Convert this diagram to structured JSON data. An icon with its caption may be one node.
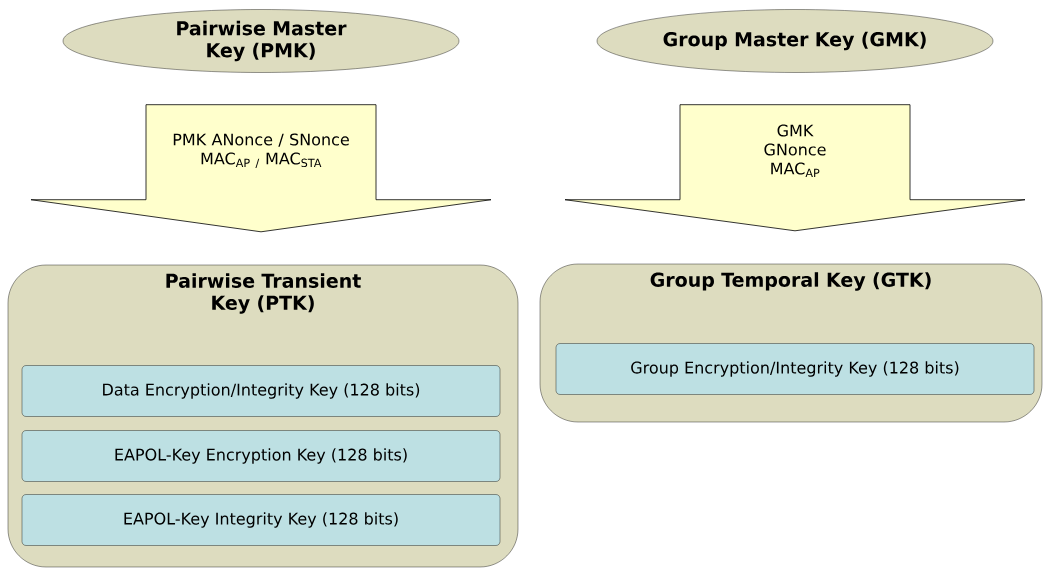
{
  "diagram": {
    "nodes": [
      {
        "text": [
          "Pairwise Master Key (PMK)"
        ]
      },
      {
        "text": [
          "Group Master Key (GMK)"
        ]
      },
      {
        "text": [
          "Pairwise Transient Key (PTK)"
        ]
      },
      {
        "text": [
          "Data Encryption/Integrity Key (128 bits)"
        ],
        "in": 2
      },
      {
        "text": [
          "EAPOL-Key Encryption Key (128 bits)"
        ],
        "in": 2
      },
      {
        "text": [
          "EAPOL-Key Integrity Key (128 bits)"
        ],
        "in": 2
      },
      {
        "text": [
          "Group Temporal Key (GTK)"
        ]
      },
      {
        "text": [
          "Group Encryption/Integrity Key (128 bits)"
        ],
        "in": 6
      }
    ],
    "edges": [
      {
        "from": 0,
        "to": 2,
        "arrow": "to",
        "label": "PMK ANonce / SNonce MAC$_{AP /}$ MAC$_{STA}$"
      },
      {
        "from": 1,
        "to": 6,
        "arrow": "to",
        "label": "GMK GNonce MAC$_{AP}$"
      }
    ]
  }
}
